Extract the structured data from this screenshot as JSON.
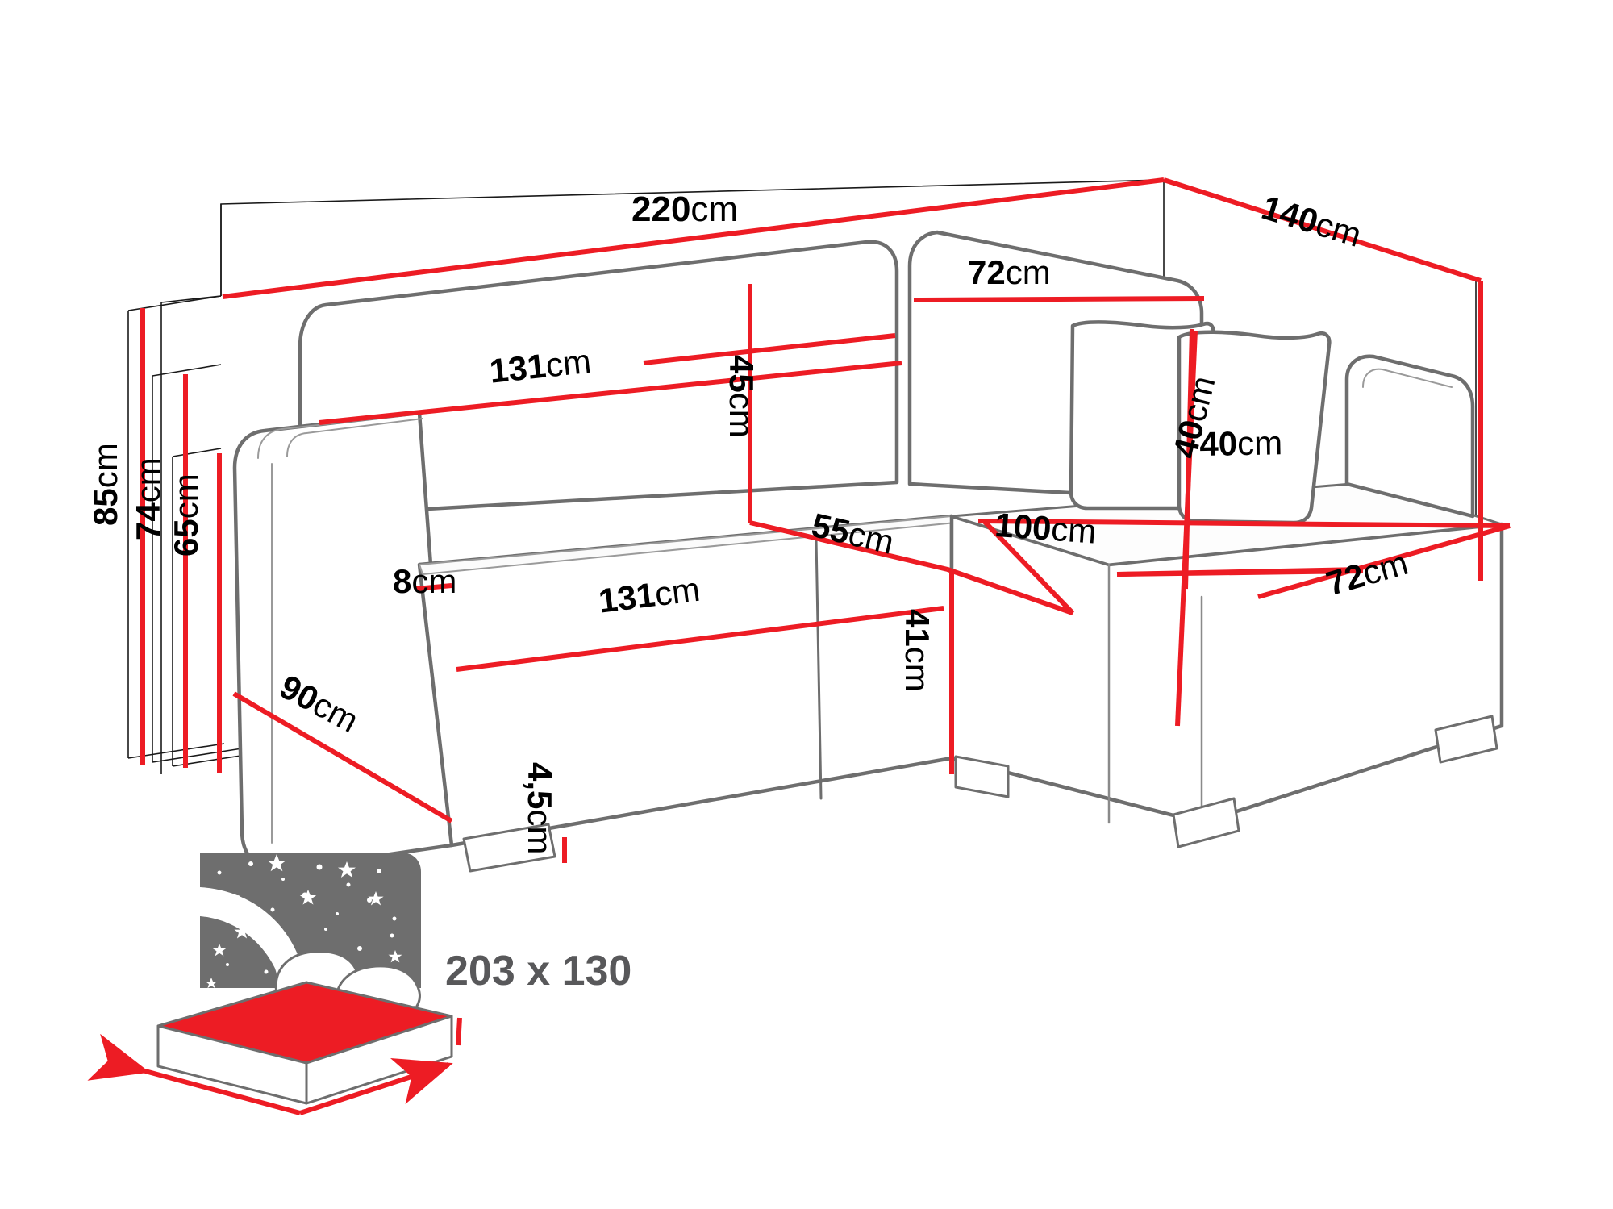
{
  "diagram": {
    "title": "Corner sofa bed dimension diagram",
    "units": "cm",
    "accent_color": "#ED1C24",
    "outline_color": "#6E6E6E",
    "thin_line_color": "#1a1a1a",
    "label_color": "#000000",
    "sleep_label_color": "#58585A",
    "sky_color": "#6E6E6E",
    "mattress_color": "#ED1C24"
  },
  "dimensions": {
    "overall_width": {
      "value": "220",
      "unit": "cm"
    },
    "overall_depth_right": {
      "value": "140",
      "unit": "cm"
    },
    "backrest_right_width": {
      "value": "72",
      "unit": "cm"
    },
    "backrest_left_width": {
      "value": "131",
      "unit": "cm"
    },
    "backrest_height": {
      "value": "45",
      "unit": "cm"
    },
    "total_height": {
      "value": "85",
      "unit": "cm"
    },
    "height_74": {
      "value": "74",
      "unit": "cm"
    },
    "height_65": {
      "value": "65",
      "unit": "cm"
    },
    "armrest_width": {
      "value": "8",
      "unit": "cm"
    },
    "seat_width": {
      "value": "131",
      "unit": "cm"
    },
    "seat_depth": {
      "value": "55",
      "unit": "cm"
    },
    "side_depth": {
      "value": "90",
      "unit": "cm"
    },
    "chaise_width": {
      "value": "100",
      "unit": "cm"
    },
    "chaise_depth": {
      "value": "72",
      "unit": "cm"
    },
    "seat_height": {
      "value": "41",
      "unit": "cm"
    },
    "leg_height": {
      "value": "4,5",
      "unit": "cm"
    },
    "pillow_height": {
      "value": "40",
      "unit": "cm"
    },
    "pillow_width": {
      "value": "40",
      "unit": "cm"
    }
  },
  "sleeping_area": {
    "label": "203 x 130",
    "icon": "bed-night-icon"
  }
}
